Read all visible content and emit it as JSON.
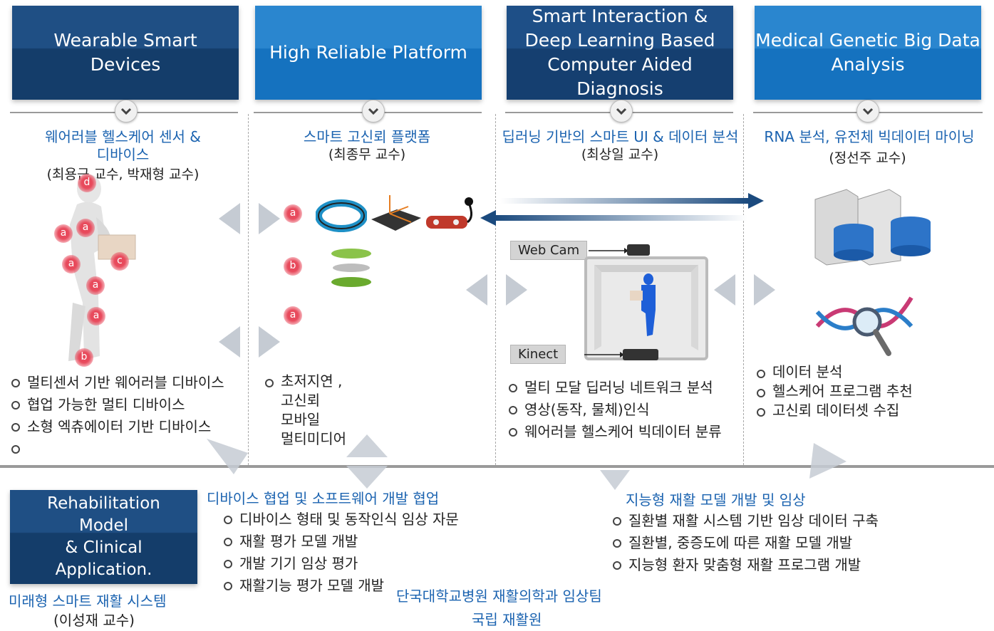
{
  "headers": [
    {
      "text": "Wearable Smart\nDevices"
    },
    {
      "text": "High Reliable Platform"
    },
    {
      "text": "Smart Interaction &\nDeep Learning Based\nComputer Aided Diagnosis"
    },
    {
      "text": "Medical Genetic Big Data\nAnalysis"
    }
  ],
  "col1": {
    "title": "웨어러블 헬스케어 센서 &\n디바이스",
    "professors": "(최용근 교수, 박재형 교수)",
    "bullets": [
      "멀티센서 기반 웨어러블 디바이스",
      "협업 가능한 멀티 디바이스",
      "소형 엑츄에이터 기반 디바이스",
      ""
    ],
    "badges": [
      "d",
      "a",
      "a",
      "c",
      "a",
      "a",
      "a",
      "b"
    ]
  },
  "col2": {
    "title": "스마트 고신뢰 플랫폼",
    "professors": "(최종무 교수)",
    "bullets": [
      "초저지연 ,\n고신뢰\n모바일\n멀티미디어"
    ],
    "badges": [
      "a",
      "b",
      "a"
    ]
  },
  "col3": {
    "title": "딥러닝 기반의 스마트 UI & 데이터 분석",
    "professors": "(최상일 교수)",
    "webcam_label": "Web Cam",
    "kinect_label": "Kinect",
    "bullets": [
      "멀티 모달 딥러닝 네트워크 분석",
      "영상(동작, 물체)인식",
      "웨어러블 헬스케어 빅데이터 분류"
    ]
  },
  "col4": {
    "title": "RNA 분석, 유전체 빅데이터 마이닝",
    "professors": "(정선주 교수)",
    "bullets": [
      "데이터 분석",
      "헬스케어 프로그램 추천",
      "고신뢰 데이터셋 수집"
    ]
  },
  "bottom": {
    "rehab_box": "Rehabilitation\nModel\n& Clinical\nApplication.",
    "rehab_title": "미래형 스마트 재활 시스템",
    "rehab_prof": "(이성재 교수)",
    "mid_title": "디바이스 협업 및 소프트웨어 개발 협업",
    "mid_bullets": [
      "디바이스 형태 및 동작인식 임상 자문",
      "재활 평가 모델 개발",
      "개발 기기 임상 평가",
      "재활기능 평가 모델 개발"
    ],
    "hospital1": "단국대학교병원 재활의학과 임상팀",
    "hospital2": "국립 재활원",
    "right_title": "지능형 재활 모델 개발 및 임상",
    "right_bullets": [
      "질환별 재활 시스템 기반 임상 데이터 구축",
      "질환별, 중증도에 따른 재활 모델 개발",
      "지능형 환자 맞춤형 재활 프로그램 개발"
    ]
  },
  "colors": {
    "header_dark": "#1f4f84",
    "header_blue": "#2a86cf",
    "title_blue": "#1b63b0",
    "badge_red": "#e84a5c"
  },
  "icons": [
    "chevron-down-icon",
    "left-arrow-icon",
    "right-arrow-icon",
    "server-database-icon",
    "dna-magnifier-icon",
    "monitor-icon",
    "wristband-icon",
    "insole-icon",
    "sensor-board-icon"
  ]
}
